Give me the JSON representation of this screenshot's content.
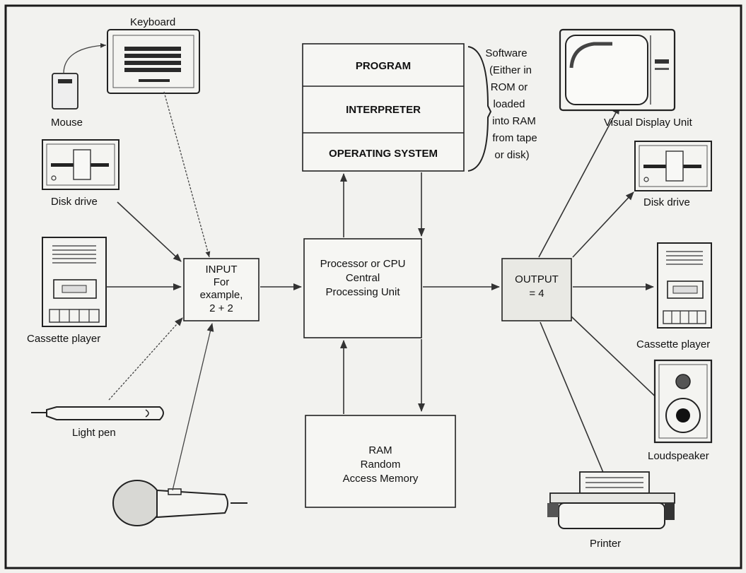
{
  "inputs": {
    "keyboard": "Keyboard",
    "mouse": "Mouse",
    "disk_drive": "Disk drive",
    "cassette_player": "Cassette player",
    "light_pen": "Light pen"
  },
  "input_box": {
    "line1": "INPUT",
    "line2": "For",
    "line3": "example,",
    "line4": "2 + 2"
  },
  "software_stack": {
    "program": "PROGRAM",
    "interpreter": "INTERPRETER",
    "operating_system": "OPERATING SYSTEM"
  },
  "software_note": {
    "line1": "Software",
    "line2": "(Either in",
    "line3": "ROM or",
    "line4": "loaded",
    "line5": "into RAM",
    "line6": "from tape",
    "line7": "or disk)"
  },
  "cpu_box": {
    "line1": "Processor or CPU",
    "line2": "Central",
    "line3": "Processing Unit"
  },
  "ram_box": {
    "line1": "RAM",
    "line2": "Random",
    "line3": "Access Memory"
  },
  "output_box": {
    "line1": "OUTPUT",
    "line2": "= 4"
  },
  "outputs": {
    "vdu": "Visual Display Unit",
    "disk_drive": "Disk drive",
    "cassette_player": "Cassette player",
    "loudspeaker": "Loudspeaker",
    "printer": "Printer"
  },
  "colors": {
    "background": "#f2f2ef",
    "ink": "#111111"
  }
}
